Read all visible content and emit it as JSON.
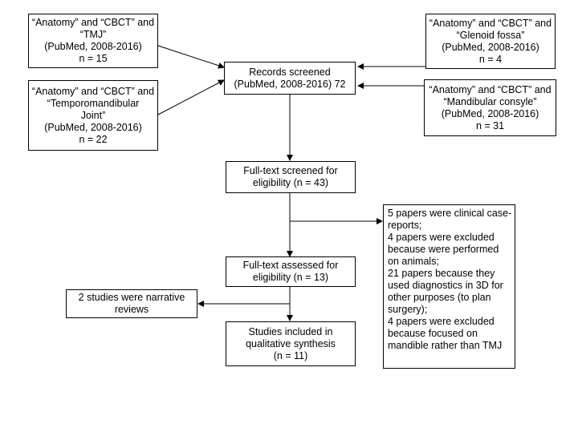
{
  "boxes": {
    "src_tmj": [
      "“Anatomy” and “CBCT” and",
      "“TMJ”",
      "(PubMed, 2008-2016)",
      "n = 15"
    ],
    "src_tmjoint": [
      "“Anatomy” and “CBCT” and",
      "“Temporomandibular",
      "Joint”",
      "(PubMed, 2008-2016)",
      "n = 22"
    ],
    "src_glenoid": [
      "“Anatomy” and “CBCT” and",
      "“Glenoid fossa”",
      "(PubMed, 2008-2016)",
      "n = 4"
    ],
    "src_mandibular": [
      "“Anatomy” and “CBCT” and",
      "“Mandibular consyle”",
      "(PubMed, 2008-2016)",
      "n = 31"
    ],
    "records_screened": [
      "Records screened",
      "(PubMed, 2008-2016) 72"
    ],
    "fulltext_screened": [
      "Full-text screened for",
      "eligibility (n = 43)"
    ],
    "fulltext_assessed": [
      "Full-text assessed for",
      "eligibility (n = 13)"
    ],
    "studies_included": [
      "Studies included in",
      "qualitative synthesis",
      "(n = 11)"
    ],
    "narrative_reviews": [
      "2 studies were narrative",
      "reviews"
    ],
    "excluded": [
      "5 papers were clinical case-",
      "reports;",
      "4 papers were excluded",
      "because were performed",
      "on animals;",
      "21 papers because they",
      "used diagnostics in 3D for",
      "other purposes (to plan",
      "surgery);",
      "4 papers were excluded",
      "because focused on",
      "mandible rather than TMJ"
    ]
  }
}
